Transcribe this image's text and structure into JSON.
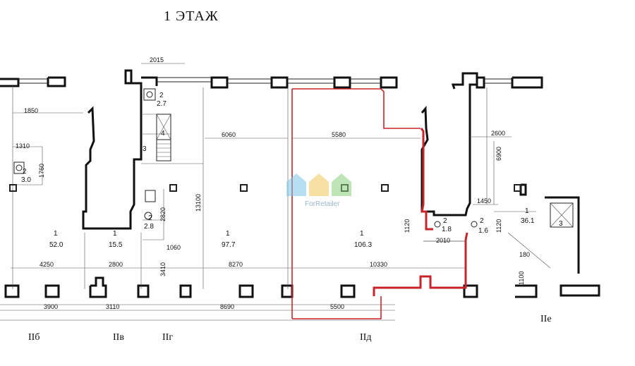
{
  "title": "1 ЭТАЖ",
  "watermark": {
    "text": "ForRetailer",
    "logo": "ForRetailer"
  },
  "axes": [
    "IIб",
    "IIв",
    "IIг",
    "IIд",
    "IIe"
  ],
  "rooms": [
    {
      "num": "1",
      "area": "52.0"
    },
    {
      "num": "1",
      "area": "15.5"
    },
    {
      "num": "1",
      "area": "97.7"
    },
    {
      "num": "1",
      "area": "106.3"
    },
    {
      "num": "1",
      "area": "36.1"
    },
    {
      "num": "2",
      "area": "2.7"
    },
    {
      "num": "2",
      "area": "2.8"
    },
    {
      "num": "2",
      "area": "3.0"
    },
    {
      "num": "2",
      "area": "1.8"
    },
    {
      "num": "2",
      "area": "1.6"
    }
  ],
  "stair_label": "3",
  "stair_num": "4",
  "elevator_num": "3",
  "dims": {
    "d2015": "2015",
    "d1850": "1850",
    "d1310": "1310",
    "d1760": "1760",
    "d6060": "6060",
    "d5580": "5580",
    "d2600": "2600",
    "d6900": "6900",
    "d13100": "13100",
    "d2820": "2820",
    "d1060": "1060",
    "d3410": "3410",
    "d1450": "1450",
    "d1120a": "1120",
    "d1120b": "1120",
    "d2010": "2010",
    "d180": "180",
    "d1100": "1100",
    "d4250": "4250",
    "d2800": "2800",
    "d8270": "8270",
    "d10330": "10330",
    "d3900": "3900",
    "d3110": "3110",
    "d8690": "8690",
    "d5500": "5500"
  },
  "colors": {
    "line": "#111111",
    "highlight": "#c8242b",
    "watermark": "#9bb7c9"
  }
}
